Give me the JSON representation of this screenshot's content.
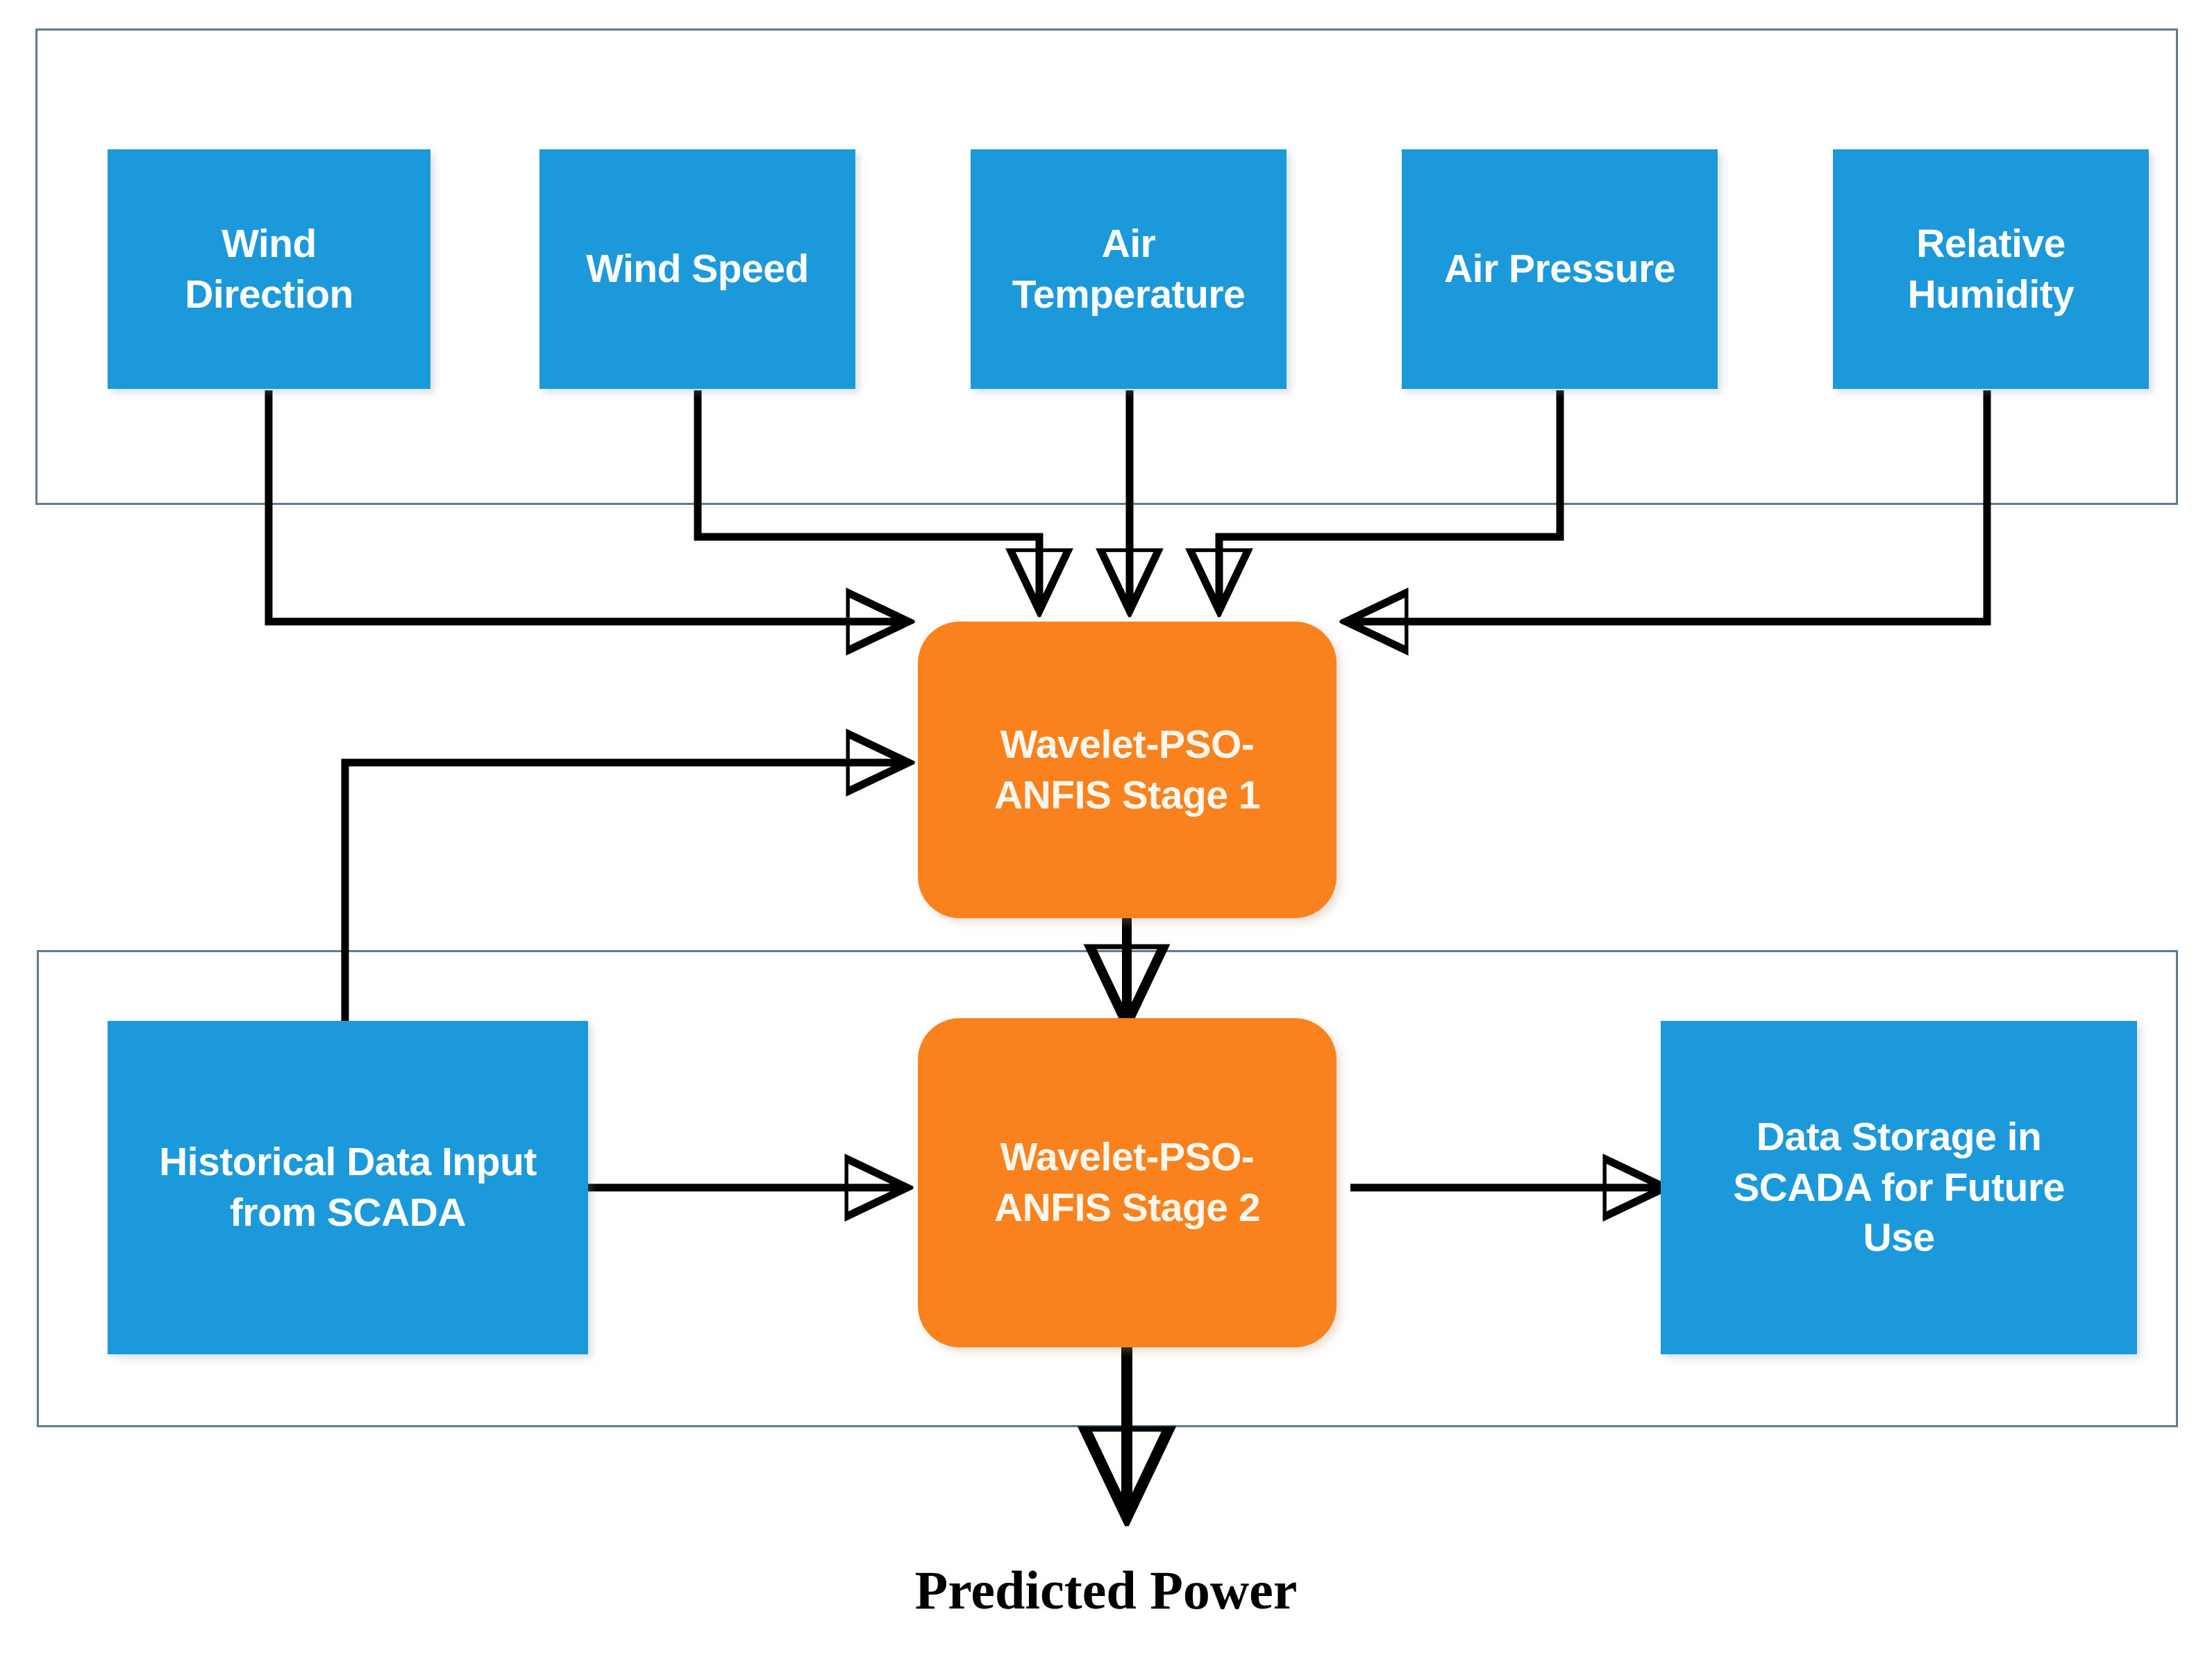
{
  "diagram": {
    "title_caption": "Predicted Power",
    "colors": {
      "input_box": "#1C99DA",
      "process_box": "#F9821F",
      "frame_border": "#5b7d91",
      "connector": "#000000",
      "background": "#FFFFFF"
    },
    "groups": [
      {
        "id": "weather-inputs-group",
        "label": ""
      },
      {
        "id": "scada-group",
        "label": ""
      }
    ],
    "inputs": [
      {
        "id": "wind-direction",
        "label": "Wind\nDirection"
      },
      {
        "id": "wind-speed",
        "label": "Wind Speed"
      },
      {
        "id": "air-temperature",
        "label": "Air\nTemperature"
      },
      {
        "id": "air-pressure",
        "label": "Air Pressure"
      },
      {
        "id": "relative-humidity",
        "label": "Relative\nHumidity"
      }
    ],
    "processes": [
      {
        "id": "stage-1",
        "label": "Wavelet-PSO-\nANFIS Stage 1"
      },
      {
        "id": "stage-2",
        "label": "Wavelet-PSO-\nANFIS Stage 2"
      }
    ],
    "data_nodes": [
      {
        "id": "historical-data",
        "label": "Historical Data Input\nfrom SCADA"
      },
      {
        "id": "data-storage",
        "label": "Data Storage in\nSCADA for Future\nUse"
      }
    ],
    "connections": [
      {
        "from": "wind-direction",
        "to": "stage-1"
      },
      {
        "from": "wind-speed",
        "to": "stage-1"
      },
      {
        "from": "air-temperature",
        "to": "stage-1"
      },
      {
        "from": "air-pressure",
        "to": "stage-1"
      },
      {
        "from": "relative-humidity",
        "to": "stage-1"
      },
      {
        "from": "historical-data",
        "to": "stage-1"
      },
      {
        "from": "stage-1",
        "to": "stage-2"
      },
      {
        "from": "historical-data",
        "to": "stage-2"
      },
      {
        "from": "stage-2",
        "to": "data-storage"
      },
      {
        "from": "stage-2",
        "to": "predicted-power"
      }
    ]
  }
}
